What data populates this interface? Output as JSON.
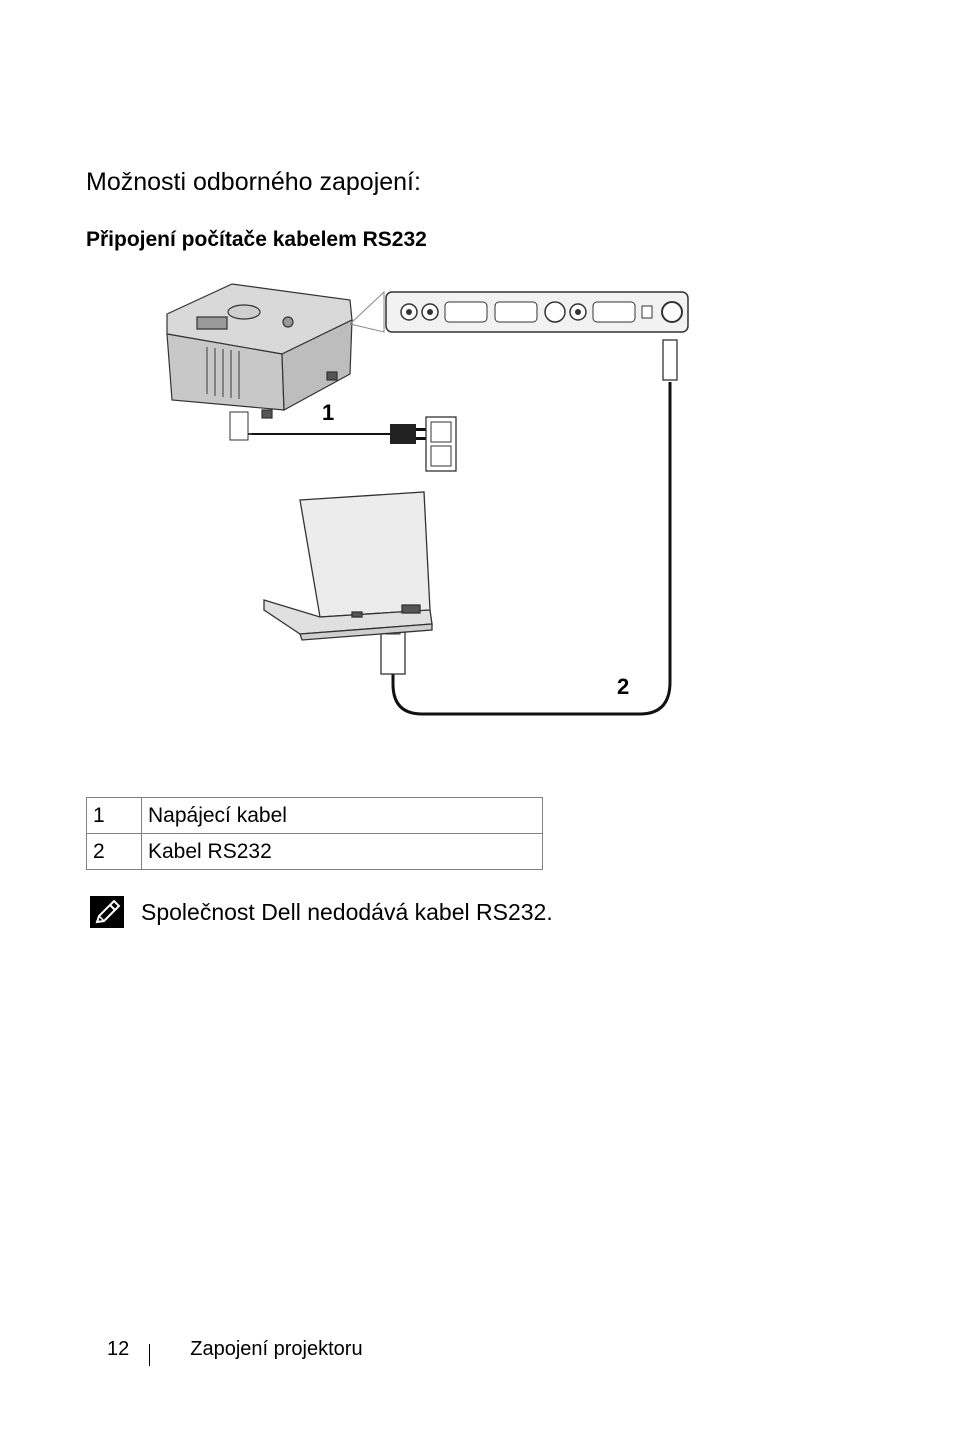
{
  "heading": "Možnosti odborného zapojení:",
  "subheading": "Připojení počítače kabelem RS232",
  "figure": {
    "callout_1": "1",
    "callout_2": "2"
  },
  "legend": [
    {
      "num": "1",
      "label": "Napájecí kabel"
    },
    {
      "num": "2",
      "label": "Kabel RS232"
    }
  ],
  "note": {
    "icon": "note-pencil-icon",
    "text": "Společnost Dell nedodává kabel RS232."
  },
  "footer": {
    "page_number": "12",
    "section": "Zapojení projektoru"
  }
}
